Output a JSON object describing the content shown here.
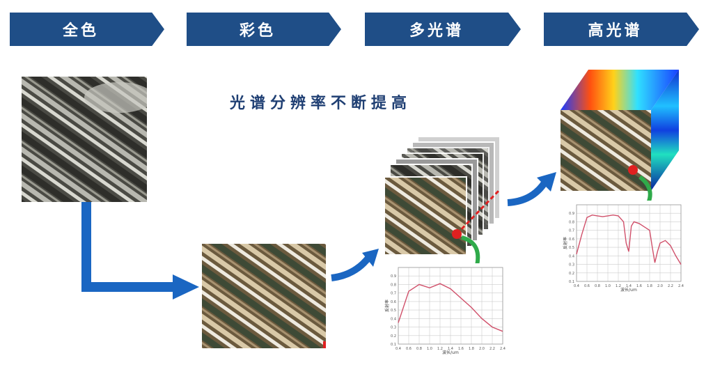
{
  "stages": [
    {
      "label": "全色"
    },
    {
      "label": "彩色"
    },
    {
      "label": "多光谱"
    },
    {
      "label": "高光谱"
    }
  ],
  "headline": "光谱分辨率不断提高",
  "colors": {
    "chevron": "#1f4e87",
    "arrow": "#1a66c2",
    "curve": "#d0506a",
    "greenArrow": "#2faa4a",
    "marker": "#e02020"
  },
  "chart_data": [
    {
      "type": "line",
      "title": "",
      "xlabel": "波长/um",
      "ylabel": "反射率",
      "x": [
        0.4,
        0.6,
        0.8,
        1.0,
        1.2,
        1.4,
        1.6,
        1.8,
        2.0,
        2.2,
        2.4
      ],
      "series": [
        {
          "values": [
            0.35,
            0.72,
            0.8,
            0.76,
            0.81,
            0.75,
            0.64,
            0.53,
            0.4,
            0.3,
            0.25
          ]
        }
      ],
      "ylim": [
        0.1,
        1.0
      ],
      "xlim": [
        0.4,
        2.4
      ],
      "grid": true
    },
    {
      "type": "line",
      "title": "",
      "xlabel": "波长/um",
      "ylabel": "反射率",
      "x": [
        0.4,
        0.5,
        0.6,
        0.7,
        0.8,
        0.9,
        1.0,
        1.1,
        1.2,
        1.3,
        1.35,
        1.4,
        1.45,
        1.5,
        1.6,
        1.7,
        1.8,
        1.85,
        1.9,
        1.95,
        2.0,
        2.1,
        2.2,
        2.3,
        2.4
      ],
      "series": [
        {
          "values": [
            0.42,
            0.65,
            0.85,
            0.88,
            0.87,
            0.86,
            0.87,
            0.88,
            0.87,
            0.8,
            0.55,
            0.45,
            0.75,
            0.8,
            0.78,
            0.74,
            0.7,
            0.5,
            0.32,
            0.45,
            0.55,
            0.58,
            0.52,
            0.4,
            0.3
          ]
        }
      ],
      "ylim": [
        0.1,
        1.0
      ],
      "xlim": [
        0.4,
        2.4
      ],
      "grid": true
    }
  ]
}
